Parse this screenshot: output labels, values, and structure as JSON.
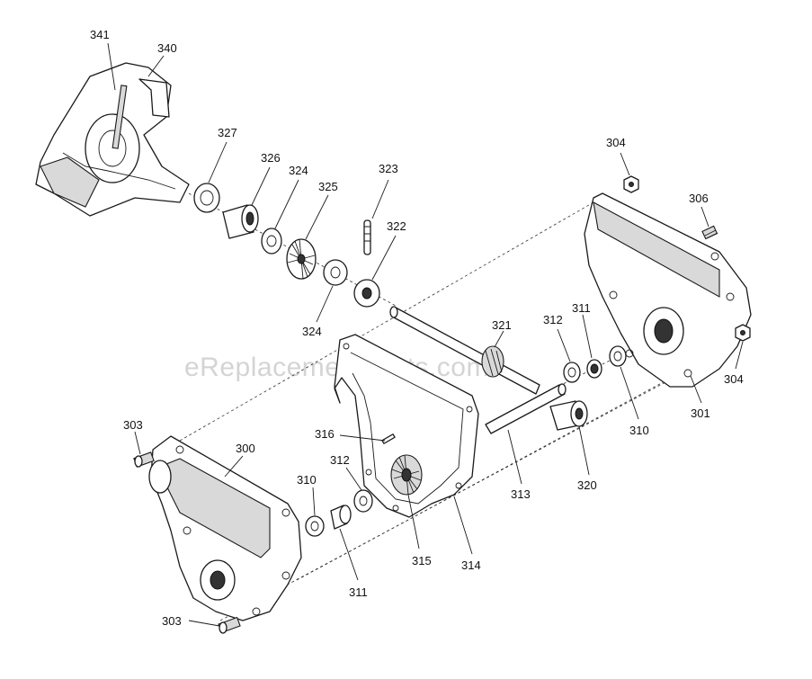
{
  "watermark": "eReplacementParts.com",
  "labels": {
    "l341": "341",
    "l340": "340",
    "l327": "327",
    "l326": "326",
    "l324a": "324",
    "l325": "325",
    "l323": "323",
    "l322": "322",
    "l324b": "324",
    "l304a": "304",
    "l306": "306",
    "l304b": "304",
    "l301": "301",
    "l321": "321",
    "l312a": "312",
    "l311a": "311",
    "l310a": "310",
    "l320": "320",
    "l313": "313",
    "l314": "314",
    "l303a": "303",
    "l300": "300",
    "l316": "316",
    "l312b": "312",
    "l310b": "310",
    "l315": "315",
    "l311b": "311",
    "l303b": "303"
  }
}
